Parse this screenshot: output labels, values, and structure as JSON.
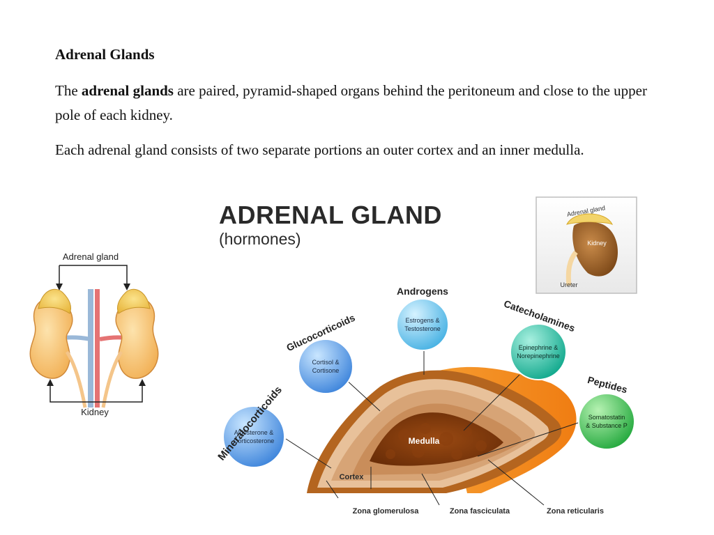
{
  "heading": "Adrenal Glands",
  "para1": {
    "before": "The ",
    "bold": "adrenal glands",
    "after": " are paired, pyramid-shaped organs behind the peritoneum and close to the upper pole of each kidney."
  },
  "para2": "Each adrenal gland consists of two separate portions an outer cortex and an inner medulla.",
  "kidney_figure": {
    "top_label": "Adrenal gland",
    "bottom_label": "Kidney"
  },
  "diagram": {
    "title": "ADRENAL GLAND",
    "subtitle": "(hormones)",
    "hormones": [
      {
        "group": "Mineralocorticoids",
        "line1": "Aldosterone &",
        "line2": "Corticosterone",
        "color": "#4a8fe0"
      },
      {
        "group": "Glucocorticoids",
        "line1": "Cortisol &",
        "line2": "Cortisone",
        "color": "#4a8fe0"
      },
      {
        "group": "Androgens",
        "line1": "Estrogens &",
        "line2": "Testosterone",
        "color": "#5bbbe8"
      },
      {
        "group": "Catecholamines",
        "line1": "Epinephrine &",
        "line2": "Norepinephrine",
        "color": "#19b39a"
      },
      {
        "group": "Peptides",
        "line1": "Somatostatin",
        "line2": "& Substance P",
        "color": "#2fb64a"
      }
    ],
    "labels": {
      "medulla": "Medulla",
      "cortex": "Cortex",
      "zona_glomerulosa": "Zona glomerulosa",
      "zona_fasciculata": "Zona fasciculata",
      "zona_reticularis": "Zona reticularis"
    }
  },
  "inset": {
    "adrenal_label": "Adrenal gland",
    "kidney_label": "Kidney",
    "ureter_label": "Ureter"
  }
}
